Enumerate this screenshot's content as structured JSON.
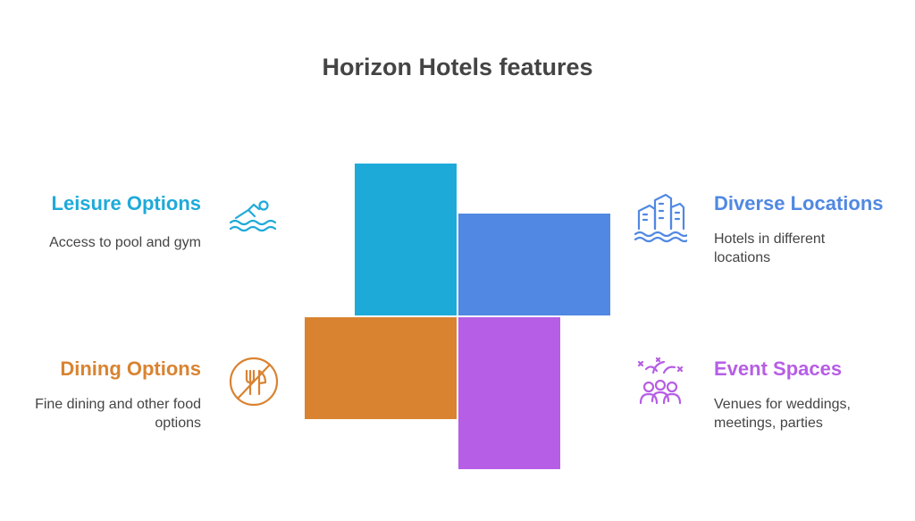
{
  "title": "Horizon Hotels features",
  "colors": {
    "leisure": "#1eaad9",
    "diverse": "#5088e3",
    "dining": "#d98331",
    "event": "#b65ee5",
    "text": "#444444"
  },
  "features": {
    "leisure": {
      "title": "Leisure Options",
      "description": "Access to pool and gym",
      "icon": "swimmer-icon"
    },
    "diverse": {
      "title": "Diverse Locations",
      "description": "Hotels in different locations",
      "icon": "buildings-icon"
    },
    "dining": {
      "title": "Dining Options",
      "description": "Fine dining and other food options",
      "icon": "fork-knife-icon"
    },
    "event": {
      "title": "Event Spaces",
      "description": "Venues for weddings, meetings, parties",
      "icon": "celebration-icon"
    }
  }
}
